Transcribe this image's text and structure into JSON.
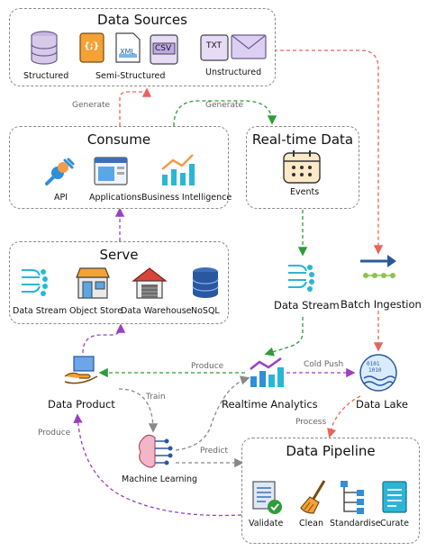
{
  "sources": {
    "title": "Data Sources",
    "structured": "Structured",
    "semi_structured": "Semi-Structured",
    "unstructured": "Unstructured",
    "xml_text": "XML",
    "csv_text": "CSV",
    "txt_text": "TXT",
    "json_text": "{;}"
  },
  "consume": {
    "title": "Consume",
    "api": "API",
    "applications": "Applications",
    "bi": "Business Intelligence"
  },
  "realtime": {
    "title": "Real-time Data",
    "events": "Events"
  },
  "serve": {
    "title": "Serve",
    "stream": "Data Stream",
    "object_store": "Object Store",
    "warehouse": "Data Warehouse",
    "nosql": "NoSQL"
  },
  "nodes": {
    "data_stream": "Data Stream",
    "batch_ingestion": "Batch Ingestion",
    "realtime_analytics": "Realtime Analytics",
    "data_lake": "Data Lake",
    "data_product": "Data Product",
    "machine_learning": "Machine Learning"
  },
  "pipeline": {
    "title": "Data Pipeline",
    "validate": "Validate",
    "clean": "Clean",
    "standardise": "Standardise",
    "curate": "Curate"
  },
  "edges": {
    "generate_left": "Generate",
    "generate_right": "Generate",
    "produce_top": "Produce",
    "cold_push": "Cold Push",
    "train": "Train",
    "process": "Process",
    "predict": "Predict",
    "produce_left": "Produce"
  },
  "colors": {
    "red_arrow": "#e8645a",
    "green_arrow": "#2e9c3a",
    "purple_arrow": "#9b3fc4",
    "gray_arrow": "#888888",
    "blue_icon": "#2f8fd8",
    "cyan_icon": "#2bb5d6"
  }
}
